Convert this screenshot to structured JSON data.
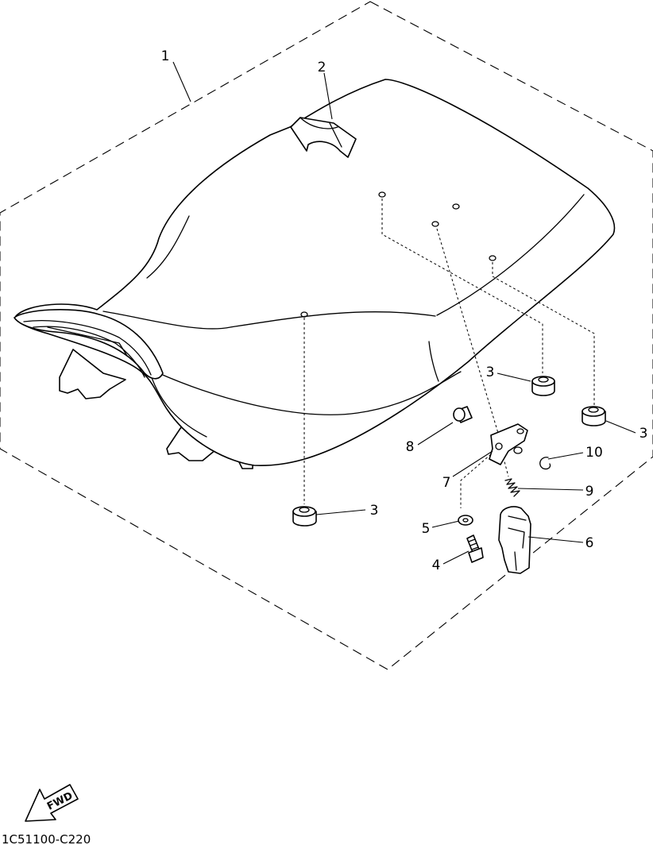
{
  "callouts": [
    "1",
    "2",
    "3",
    "3",
    "3",
    "4",
    "5",
    "6",
    "7",
    "8",
    "9",
    "10"
  ],
  "fwd_label": "FWD",
  "diagram_code": "1C51100-C220"
}
